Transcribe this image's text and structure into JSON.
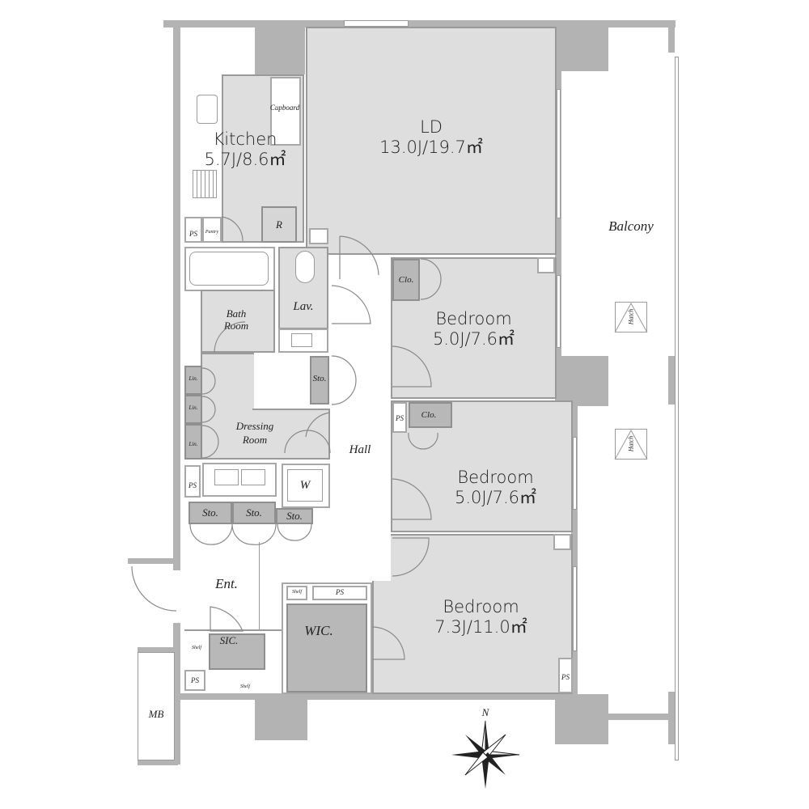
{
  "floor_plan": {
    "rooms": {
      "ld": {
        "name": "LD",
        "size": "13.0J/19.7㎡"
      },
      "kitchen": {
        "name": "Kitchen",
        "size": "5.7J/8.6㎡"
      },
      "bedroom1": {
        "name": "Bedroom",
        "size": "5.0J/7.6㎡"
      },
      "bedroom2": {
        "name": "Bedroom",
        "size": "5.0J/7.6㎡"
      },
      "bedroom3": {
        "name": "Bedroom",
        "size": "7.3J/11.0㎡"
      },
      "balcony": {
        "name": "Balcony"
      },
      "bath": {
        "name_line1": "Bath",
        "name_line2": "Room"
      },
      "lav": {
        "name": "Lav."
      },
      "dressing": {
        "name_line1": "Dressing",
        "name_line2": "Room"
      },
      "hall": {
        "name": "Hall"
      },
      "entrance": {
        "name": "Ent."
      },
      "wic": {
        "name": "WIC."
      },
      "sic": {
        "name": "SIC."
      },
      "mb": {
        "name": "MB"
      }
    },
    "fixtures": {
      "cupboard": "Cupboard",
      "refrigerator": "R",
      "pantry": "Pantry",
      "washer": "W",
      "shelf": "Shelf",
      "closet": "Clo.",
      "storage": "Sto.",
      "linen": "Lin.",
      "pipe_space": "PS",
      "hatch": "Hatch"
    },
    "compass": {
      "north_label": "N"
    }
  }
}
